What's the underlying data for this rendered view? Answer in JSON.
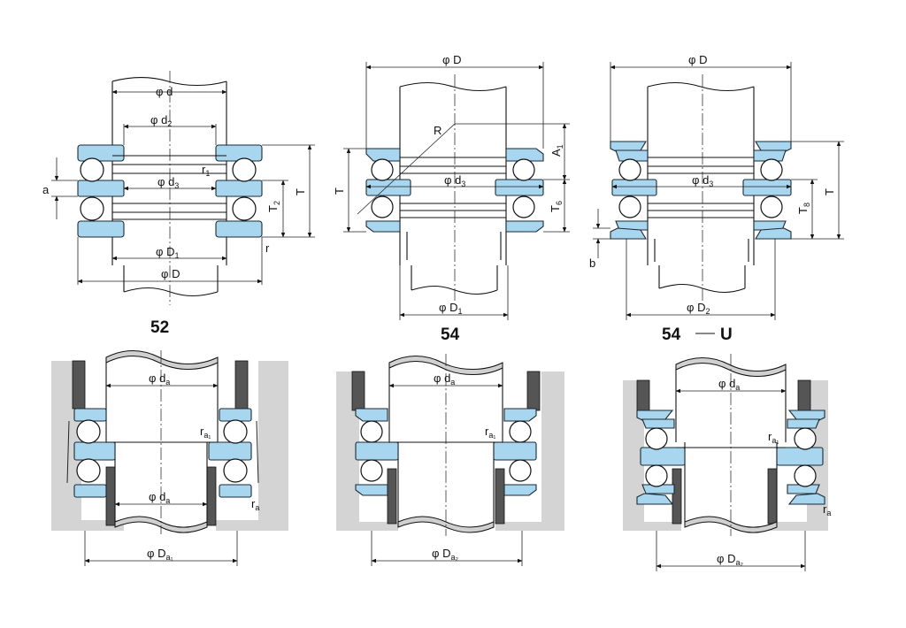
{
  "labels": {
    "phi": "φ",
    "d": "d",
    "d2": "d",
    "d3": "d",
    "D": "D",
    "D1": "D",
    "D2": "D",
    "da": "d",
    "Da": "D",
    "sub_2": "2",
    "sub_3": "3",
    "sub_1": "1",
    "sub_a": "a",
    "sub_a1": "a₁",
    "sub_a2": "a₂",
    "a": "a",
    "b": "b",
    "T": "T",
    "T2": "T",
    "T6": "T",
    "T8": "T",
    "t2sub": "2",
    "t6sub": "6",
    "t8sub": "8",
    "R": "R",
    "A": "A",
    "A1sub": "1",
    "r": "r",
    "r1sub": "1",
    "ra": "r",
    "rasub": "a",
    "ra1sub": "a₁"
  },
  "captions": {
    "c52": "52",
    "c54": "54",
    "c54u_a": "54",
    "c54u_b": "U"
  }
}
